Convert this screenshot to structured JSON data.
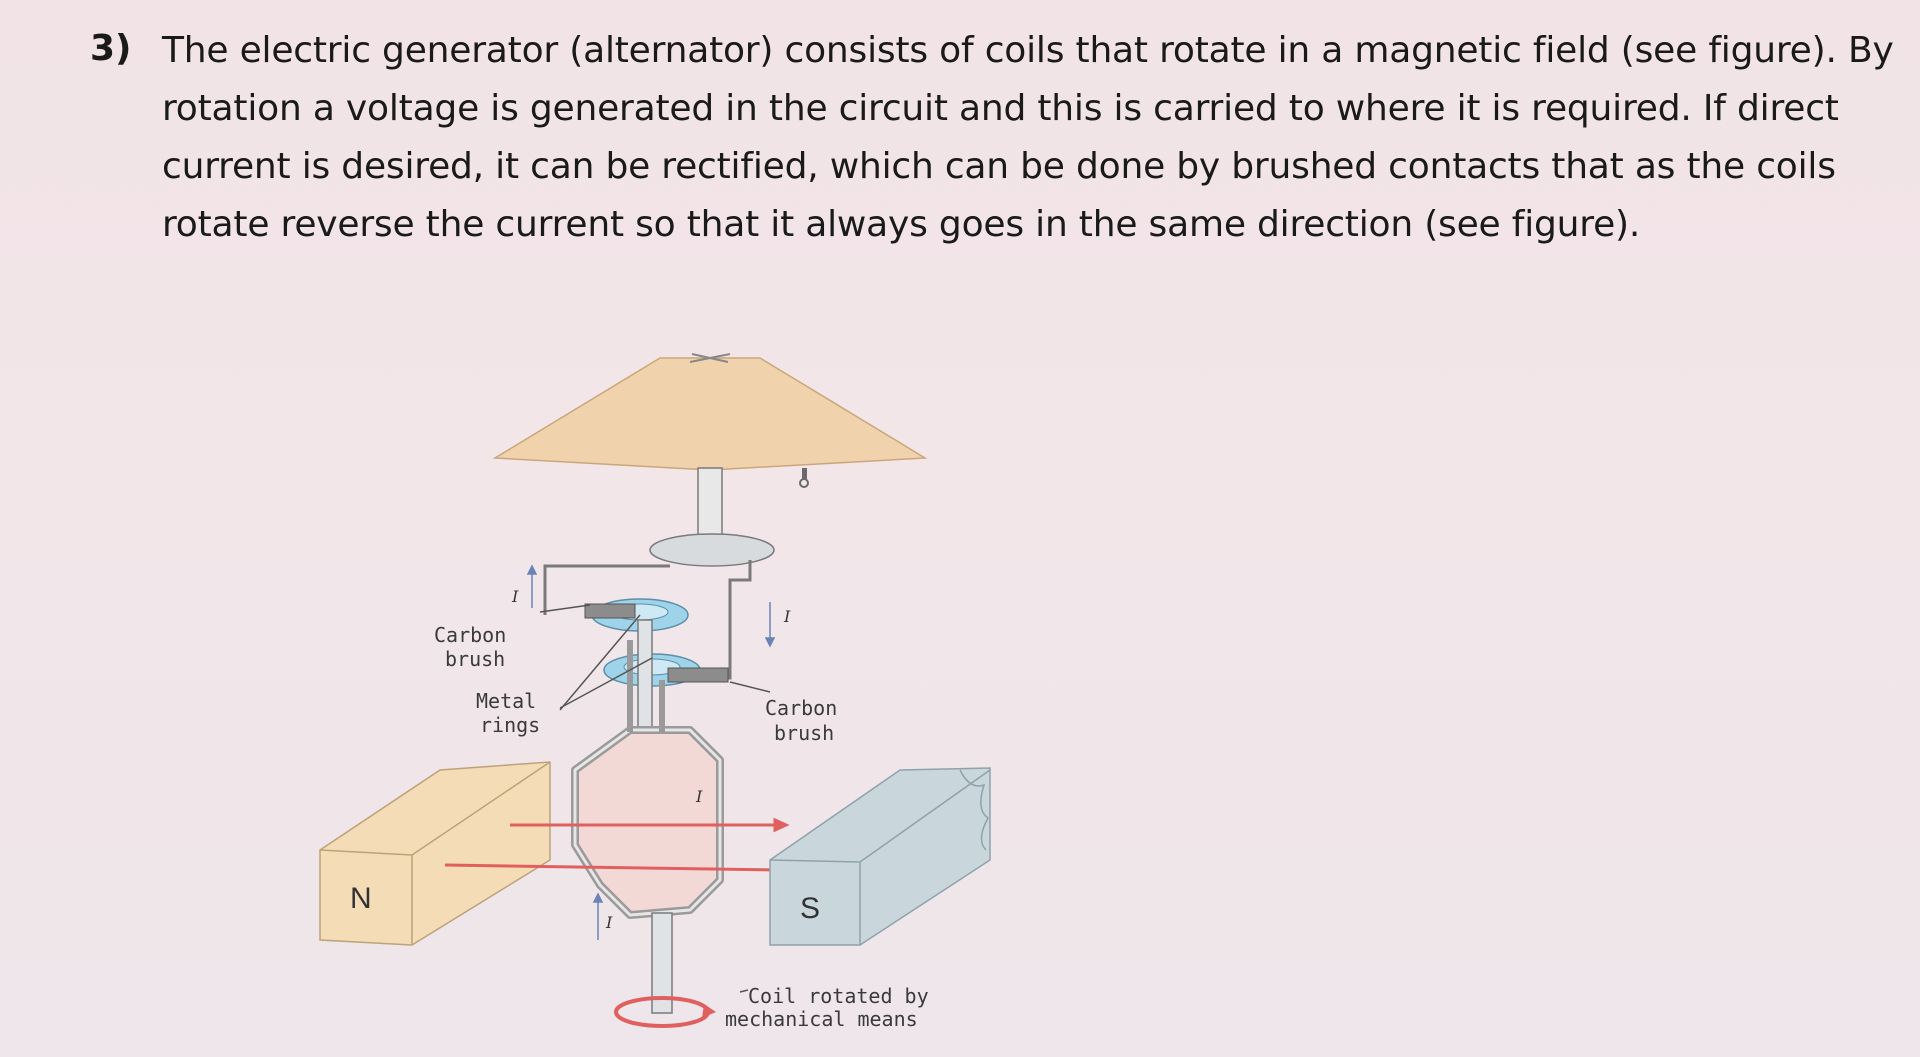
{
  "question": {
    "number": "3)",
    "lines": [
      "The electric generator (alternator) consists of coils that rotate in a magnetic field (see figure). By",
      "rotation a voltage is generated in the circuit and this is carried to where it is required. If direct",
      "current is desired, it can be rectified, which can be done by brushed contacts  that as the coils",
      "rotate reverse the current so that it always goes in the same direction (see figure)."
    ]
  },
  "figure": {
    "labels": {
      "carbon_brush_left_1": "Carbon",
      "carbon_brush_left_2": "brush",
      "metal_rings_1": "Metal",
      "metal_rings_2": "rings",
      "carbon_brush_right_1": "Carbon",
      "carbon_brush_right_2": "brush",
      "coil_rotated_1": "Coil rotated by",
      "coil_rotated_2": "mechanical means",
      "north_pole": "N",
      "south_pole": "S",
      "current_symbol": "I"
    },
    "colors": {
      "north_magnet": "#f3dcb6",
      "south_magnet": "#c9d6dc",
      "lampshade": "#f0d3ad",
      "ring_blue": "#9ed3ea",
      "field_line": "#e06060",
      "coil_fill": "#f3d9d6",
      "wire": "#8a8a8a"
    }
  }
}
